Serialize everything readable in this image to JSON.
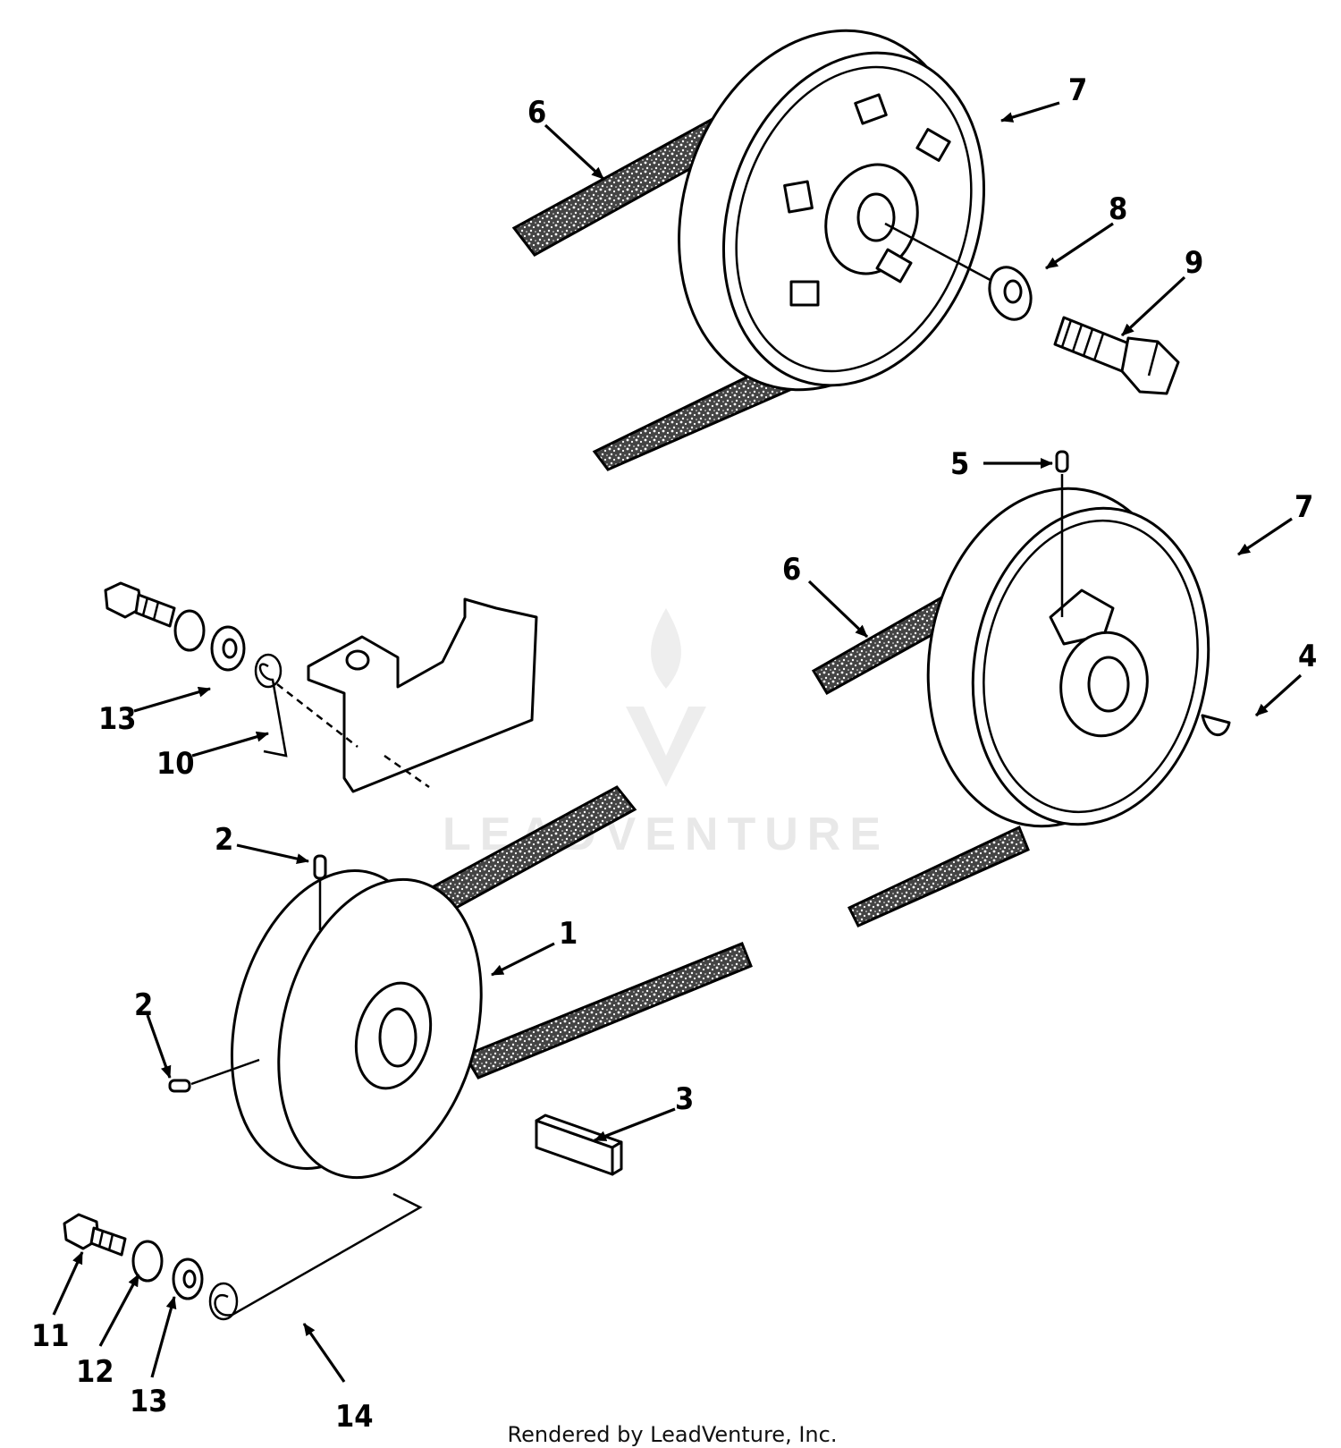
{
  "watermark": {
    "text": "LEADVENTURE",
    "icon": "flame-v-logo-icon"
  },
  "footer": {
    "text": "Rendered by LeadVenture, Inc."
  },
  "callouts": [
    "1",
    "2",
    "2",
    "3",
    "4",
    "5",
    "6",
    "6",
    "7",
    "7",
    "8",
    "9",
    "10",
    "11",
    "12",
    "13",
    "13",
    "14"
  ]
}
